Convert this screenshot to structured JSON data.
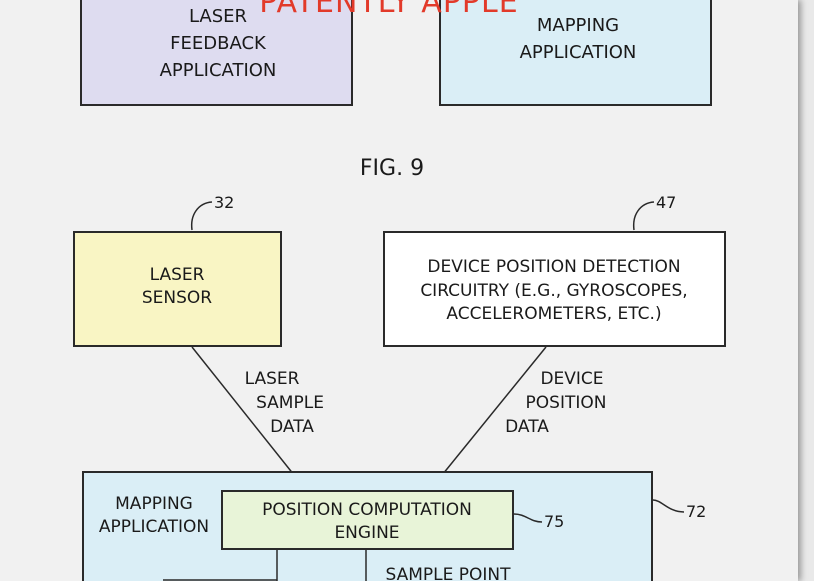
{
  "watermark": "PATENTLY APPLE",
  "top_boxes": {
    "laser_feedback": [
      "LASER",
      "FEEDBACK",
      "APPLICATION"
    ],
    "mapping": [
      "MAPPING",
      "APPLICATION"
    ]
  },
  "figure_label": "FIG. 9",
  "laser_sensor": {
    "lines": [
      "LASER",
      "SENSOR"
    ],
    "ref": "32"
  },
  "device_detection": {
    "lines": [
      "DEVICE POSITION DETECTION",
      "CIRCUITRY (E.G., GYROSCOPES,",
      "ACCELEROMETERS, ETC.)"
    ],
    "ref": "47"
  },
  "arrow_labels": {
    "laser_sample": [
      "LASER",
      "SAMPLE",
      "DATA"
    ],
    "device_position": [
      "DEVICE",
      "POSITION",
      "DATA"
    ]
  },
  "mapping_app": {
    "lines": [
      "MAPPING",
      "APPLICATION"
    ],
    "ref": "72"
  },
  "engine": {
    "lines": [
      "POSITION COMPUTATION",
      "ENGINE"
    ],
    "ref": "75"
  },
  "sample_point": "SAMPLE POINT",
  "colors": {
    "laser_feedback_fill": "#dedcf0",
    "mapping_fill": "#daeef6",
    "laser_sensor_fill": "#f9f5c4",
    "device_fill": "#ffffff",
    "mapping_app_fill": "#daeef6",
    "engine_fill": "#e8f4d8",
    "watermark": "#e23a2a"
  }
}
